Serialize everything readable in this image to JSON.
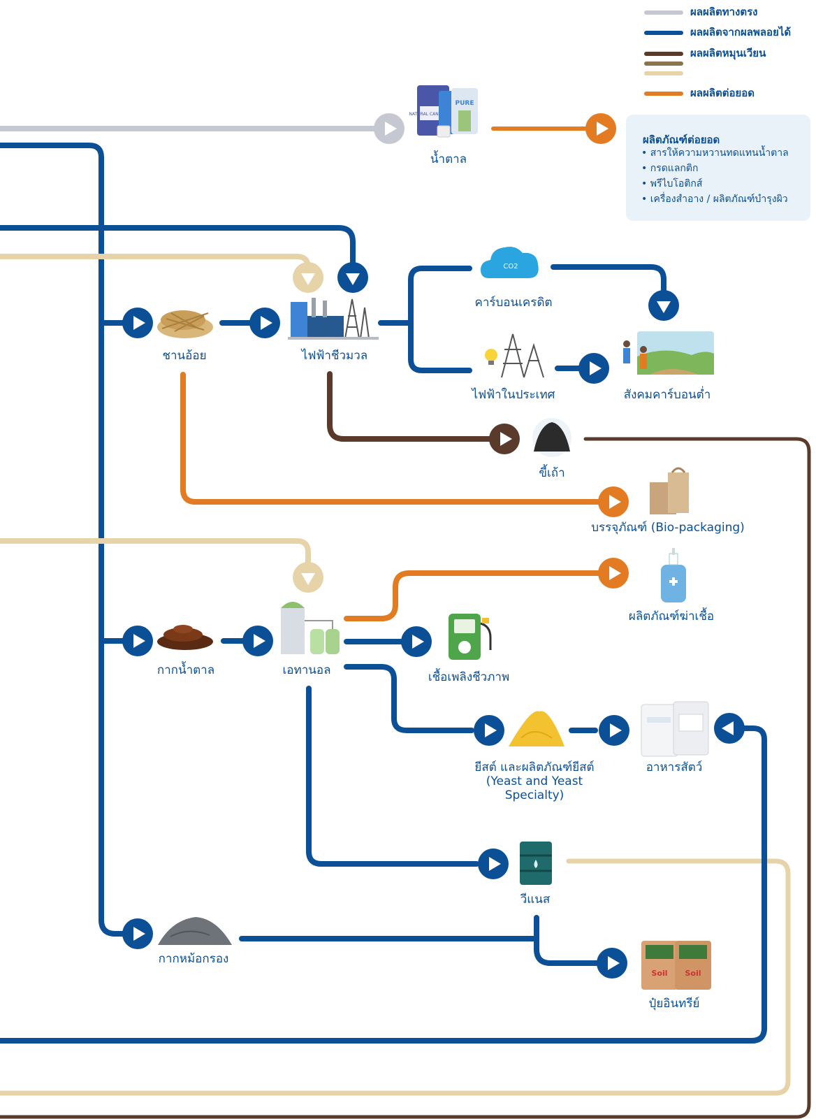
{
  "colors": {
    "direct": "#c5c8d0",
    "byproduct": "#0b4f97",
    "recycled_dark": "#5a3a2a",
    "recycled_mid": "#8b7350",
    "recycled_light": "#e6d4a8",
    "downstream": "#e37b22",
    "text": "#0b4f97",
    "info_bg": "#e9f1f9"
  },
  "legend": {
    "direct": "ผลผลิตทางตรง",
    "byproduct": "ผลผลิตจากผลพลอยได้",
    "recycled": "ผลผลิตหมุนเวียน",
    "downstream": "ผลผลิตต่อยอด"
  },
  "info_box": {
    "title": "ผลิตภัณฑ์ต่อยอด",
    "items": [
      "สารให้ความหวานทดแทนน้ำตาล",
      "กรดแลกติก",
      "พรีไบโอติกส์",
      "เครื่องสำอาง / ผลิตภัณฑ์บำรุงผิว"
    ]
  },
  "nodes": {
    "sugar": "น้ำตาล",
    "bagasse": "ชานอ้อย",
    "biomass_power": "ไฟฟ้าชีวมวล",
    "carbon_credit": "คาร์บอนเครดิต",
    "domestic_power": "ไฟฟ้าในประเทศ",
    "low_carbon": "สังคมคาร์บอนต่ำ",
    "ash": "ขี้เถ้า",
    "bio_packaging": "บรรจุภัณฑ์ (Bio-packaging)",
    "molasses": "กากน้ำตาล",
    "ethanol": "เอทานอล",
    "disinfectant": "ผลิตภัณฑ์ฆ่าเชื้อ",
    "biofuel": "เชื้อเพลิงชีวภาพ",
    "yeast": "ยีสต์ และผลิตภัณฑ์ยีสต์ (Yeast and Yeast Specialty)",
    "animal_feed": "อาหารสัตว์",
    "vinasse": "วีแนส",
    "filter_cake": "กากหม้อกรอง",
    "organic_fertilizer": "ปุ๋ยอินทรีย์"
  },
  "icon_texts": {
    "co2": "CO2",
    "sugar_pack_1": "NATURAL CANE SUGAR",
    "sugar_pack_2": "PURE",
    "fertilizer_brand": "Soil"
  }
}
